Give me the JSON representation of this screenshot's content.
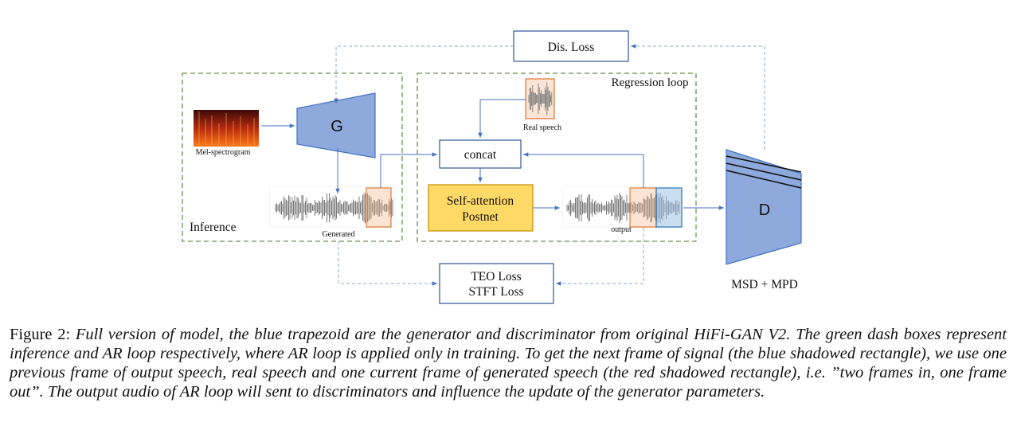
{
  "diagram": {
    "labels": {
      "dis_loss": "Dis. Loss",
      "regression_loop": "Regression loop",
      "generator": "G",
      "mel_spectrogram": "Mel-spectrogram",
      "real_speech": "Real speech",
      "concat": "concat",
      "self_attention_line1": "Self-attention",
      "self_attention_line2": "Postnet",
      "inference": "Inference",
      "generated": "Generated",
      "output": "output",
      "discriminator": "D",
      "msd_mpd": "MSD + MPD",
      "teo_loss": "TEO Loss",
      "stft_loss": "STFT Loss"
    },
    "colors": {
      "generator_fill": "#8ea9dc",
      "generator_stroke": "#4472c4",
      "box_stroke": "#2f5597",
      "dash_green": "#6b8e4e",
      "postnet_fill": "#ffd966",
      "postnet_stroke": "#bf9000",
      "red_frame": "#e07b39",
      "blue_frame": "#2e75b6",
      "arrow": "#4472c4",
      "dash_gray": "#8fa7c8",
      "waveform": "#7a7a7a"
    }
  },
  "caption": {
    "lead": "Figure 2:",
    "body": "Full version of model, the blue trapezoid are the generator and discriminator from original HiFi-GAN V2. The green dash boxes represent inference and AR loop respectively, where AR loop is applied only in training. To get the next frame of signal (the blue shadowed rectangle), we use one previous frame of output speech, real speech and one current frame of generated speech (the red shadowed rectangle), i.e. ”two frames in, one frame out”. The output audio of AR loop will sent to discriminators and influence the update of the generator parameters."
  }
}
